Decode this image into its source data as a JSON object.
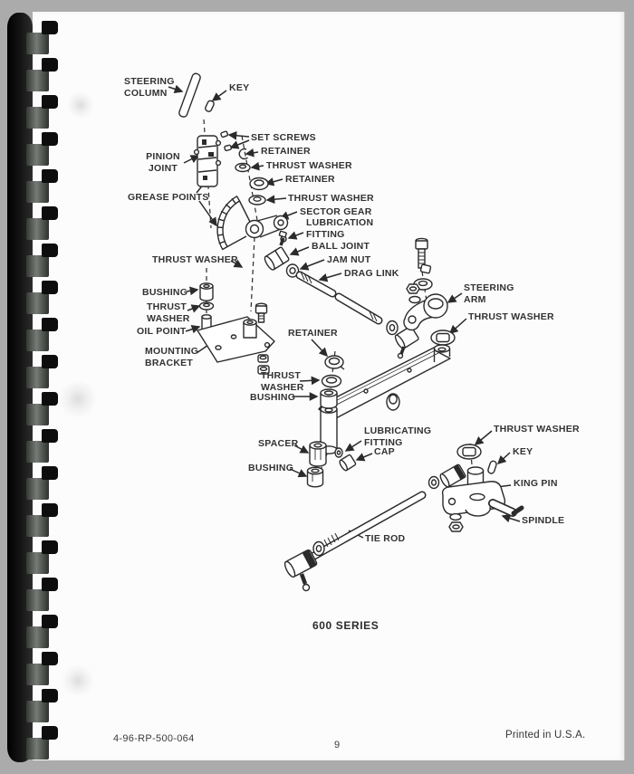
{
  "colors": {
    "background": "#ababab",
    "paper": "#fcfcfc",
    "ink": "#2e2e2e",
    "binding": "#0f0f0f"
  },
  "diagram": {
    "caption": "600 SERIES",
    "labels": [
      {
        "id": "steering-column",
        "text": "STEERING\nCOLUMN"
      },
      {
        "id": "key-1",
        "text": "KEY"
      },
      {
        "id": "set-screws",
        "text": "SET SCREWS"
      },
      {
        "id": "retainer-1",
        "text": "RETAINER"
      },
      {
        "id": "thrust-washer-1",
        "text": "THRUST WASHER"
      },
      {
        "id": "retainer-2",
        "text": "RETAINER"
      },
      {
        "id": "thrust-washer-2",
        "text": "THRUST WASHER"
      },
      {
        "id": "sector-gear",
        "text": "SECTOR GEAR"
      },
      {
        "id": "lubrication-fitting",
        "text": "LUBRICATION\nFITTING"
      },
      {
        "id": "ball-joint",
        "text": "BALL JOINT"
      },
      {
        "id": "jam-nut",
        "text": "JAM NUT"
      },
      {
        "id": "drag-link",
        "text": "DRAG LINK"
      },
      {
        "id": "pinion-joint",
        "text": "PINION\nJOINT"
      },
      {
        "id": "grease-points",
        "text": "GREASE POINTS"
      },
      {
        "id": "thrust-washer-3",
        "text": "THRUST WASHER"
      },
      {
        "id": "bushing-1",
        "text": "BUSHING"
      },
      {
        "id": "thrust-washer-4",
        "text": "THRUST\nWASHER"
      },
      {
        "id": "oil-point",
        "text": "OIL POINT"
      },
      {
        "id": "mounting-bracket",
        "text": "MOUNTING\nBRACKET"
      },
      {
        "id": "retainer-3",
        "text": "RETAINER"
      },
      {
        "id": "thrust-washer-5",
        "text": "THRUST\nWASHER"
      },
      {
        "id": "bushing-2",
        "text": "BUSHING"
      },
      {
        "id": "steering-arm",
        "text": "STEERING\nARM"
      },
      {
        "id": "thrust-washer-6",
        "text": "THRUST WASHER"
      },
      {
        "id": "spacer",
        "text": "SPACER"
      },
      {
        "id": "lubricating-fitting",
        "text": "LUBRICATING\nFITTING"
      },
      {
        "id": "cap",
        "text": "CAP"
      },
      {
        "id": "bushing-3",
        "text": "BUSHING"
      },
      {
        "id": "thrust-washer-7",
        "text": "THRUST WASHER"
      },
      {
        "id": "key-2",
        "text": "KEY"
      },
      {
        "id": "king-pin",
        "text": "KING PIN"
      },
      {
        "id": "spindle",
        "text": "SPINDLE"
      },
      {
        "id": "tie-rod",
        "text": "TIE ROD"
      }
    ]
  },
  "footer": {
    "code": "4-96-RP-500-064",
    "page_number": "9",
    "printed": "Printed in U.S.A."
  }
}
